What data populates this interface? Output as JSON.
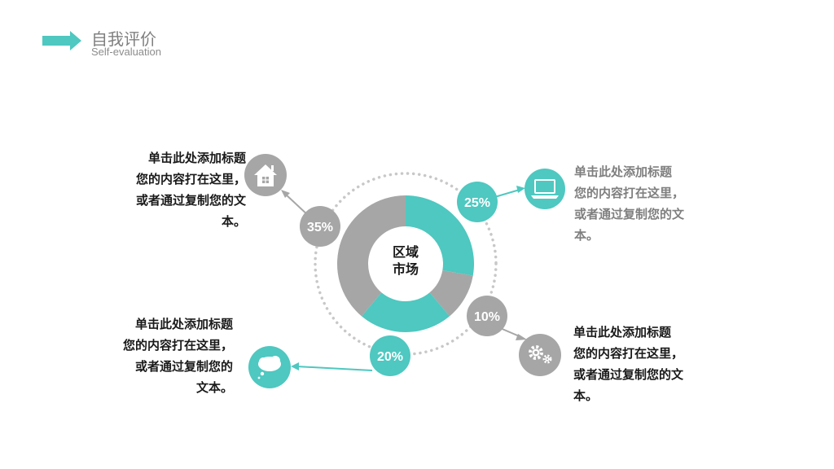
{
  "header": {
    "title": "自我评价",
    "subtitle": "Self-evaluation"
  },
  "colors": {
    "accent": "#4ec8c0",
    "grey": "#a6a6a6",
    "dark_text": "#1a1a1a",
    "grey_text": "#7f7f7f"
  },
  "chart_data": {
    "type": "pie",
    "center_label": [
      "区域",
      "市场"
    ],
    "slices": [
      {
        "label": "25%",
        "value": 25,
        "color": "#4ec8c0"
      },
      {
        "label": "10%",
        "value": 10,
        "color": "#a6a6a6"
      },
      {
        "label": "20%",
        "value": 20,
        "color": "#4ec8c0"
      },
      {
        "label": "35%",
        "value": 35,
        "color": "#a6a6a6"
      }
    ]
  },
  "callouts": {
    "top_left": {
      "icon": "home-icon",
      "lines": [
        "单击此处添加标题",
        "您的内容打在这里，",
        "或者通过复制您的文",
        "本。"
      ]
    },
    "top_right": {
      "icon": "laptop-icon",
      "lines": [
        "单击此处添加标题",
        "您的内容打在这里，",
        "或者通过复制您的文",
        "本。"
      ]
    },
    "bottom_left": {
      "icon": "speech-bubble-icon",
      "lines": [
        "单击此处添加标题",
        "您的内容打在这里，",
        "或者通过复制您的",
        "文本。"
      ]
    },
    "bottom_right": {
      "icon": "gears-icon",
      "lines": [
        "单击此处添加标题",
        "您的内容打在这里，",
        "或者通过复制您的文",
        "本。"
      ]
    }
  }
}
